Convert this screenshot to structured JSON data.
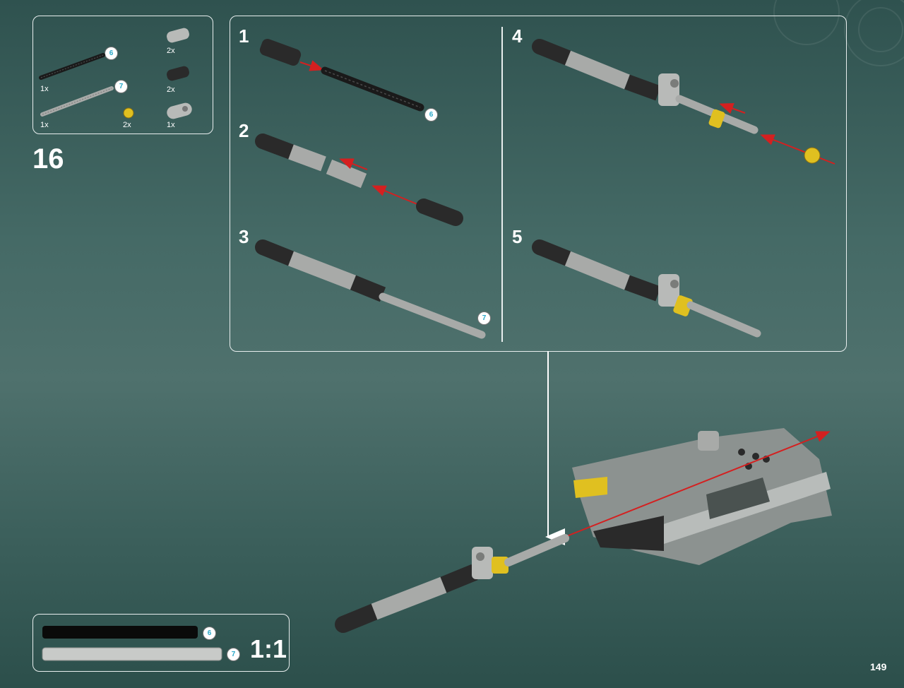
{
  "parts_list": {
    "items": [
      {
        "qty": "1x",
        "badge": "6",
        "color": "#1a1a1a"
      },
      {
        "qty": "1x",
        "badge": "7",
        "color": "#a8aaa8"
      },
      {
        "qty": "2x",
        "color": "#a8aaa8"
      },
      {
        "qty": "2x",
        "color": "#2a2a2a"
      },
      {
        "qty": "2x",
        "color": "#e0c020"
      },
      {
        "qty": "1x",
        "color": "#a8aaa8"
      }
    ]
  },
  "main_step": "16",
  "substeps": [
    "1",
    "2",
    "3",
    "4",
    "5"
  ],
  "callouts": {
    "axle_black": "6",
    "axle_gray": "7"
  },
  "ruler": {
    "badge_black": "6",
    "badge_gray": "7",
    "scale": "1:1"
  },
  "page_number": "149",
  "colors": {
    "arrow": "#d42020",
    "accent_yellow": "#e0c020",
    "frame": "#e8eeee",
    "badge_text": "#2aa8c8"
  }
}
